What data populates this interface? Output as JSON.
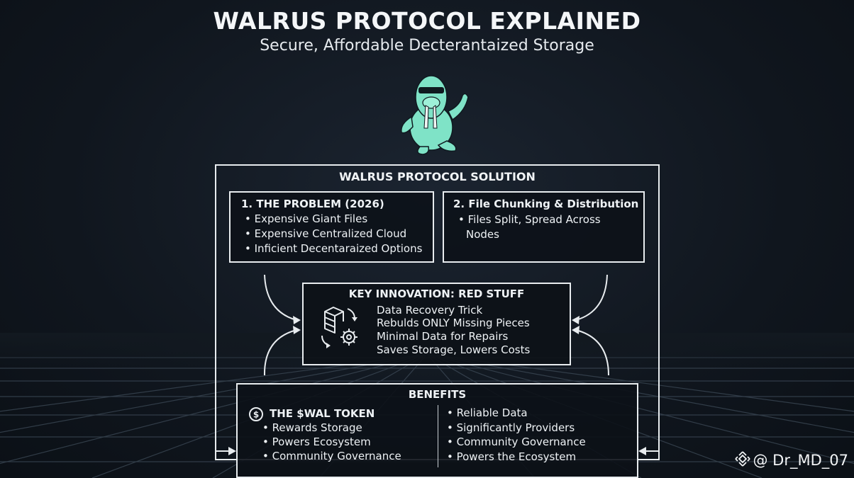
{
  "header": {
    "title": "WALRUS PROTOCOL EXPLAINED",
    "subtitle": "Secure, Affordable Decterantaized Storage"
  },
  "solution": {
    "title": "WALRUS PROTOCOL SOLUTION"
  },
  "problem": {
    "title": "1.   THE PROBLEM (2026)",
    "items": [
      "• Expensive Giant Files",
      "• Expensive Centralized Cloud",
      "• Inficient Decentaraized Options"
    ]
  },
  "chunking": {
    "title": "2. File Chunking & Distribution",
    "items": [
      "• Files Split, Spread Across",
      "Nodes"
    ]
  },
  "innovation": {
    "title": "KEY INNOVATION: RED STUFF",
    "items": [
      "Data Recovery Trick",
      "Rebulds ONLY Missing Pieces",
      "Minimal Data for Repairs",
      "Saves Storage, Lowers Costs"
    ],
    "icon": "storage-recovery-gear-icon"
  },
  "benefits": {
    "title": "BENEFITS",
    "token": {
      "title": "THE $WAL TOKEN",
      "icon": "dollar-coin-icon",
      "items": [
        "• Rewards Storage",
        "• Powers Ecosystem",
        "• Community Governance"
      ]
    },
    "right_items": [
      "• Reliable Data",
      "• Significantly Providers",
      "• Community Governance",
      "• Powers the Ecosystem"
    ]
  },
  "watermark": {
    "text": "@ Dr_MD_07",
    "icon": "binance-logo-icon"
  },
  "colors": {
    "background": "#10161e",
    "mascot": "#7fe3c7",
    "line": "#e8ecef"
  }
}
